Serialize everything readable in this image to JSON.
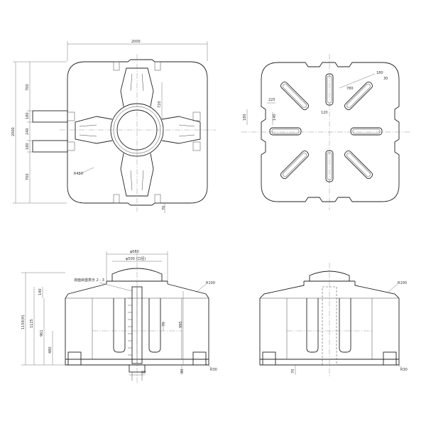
{
  "top_view": {
    "width": "2000",
    "depth": "2000",
    "seg_top": "700",
    "seg_mid_a": "180",
    "seg_mid_b": "240",
    "seg_mid_c": "180",
    "seg_bottom": "700",
    "inner": "720",
    "radius": "R450",
    "foot": "70"
  },
  "bottom_view": {
    "d1": "225",
    "d2": "180",
    "d3": "140",
    "d4": "780",
    "d5": "120",
    "d6": "180",
    "d7": "30"
  },
  "front_view": {
    "diameter": "φ680",
    "inlet": "φ500 (口径)",
    "gauge_note": "液面目盛表示 2 - 3",
    "total_height": "1150(H)",
    "h2": "1125",
    "h3": "140",
    "h4": "961",
    "h5": "480",
    "h6": "995",
    "h7": "70",
    "r1": "R100",
    "r2": "R30",
    "b1": "60",
    "b2": "80"
  },
  "side_view": {
    "r1": "R100",
    "r2": "R30",
    "b1": "70"
  }
}
